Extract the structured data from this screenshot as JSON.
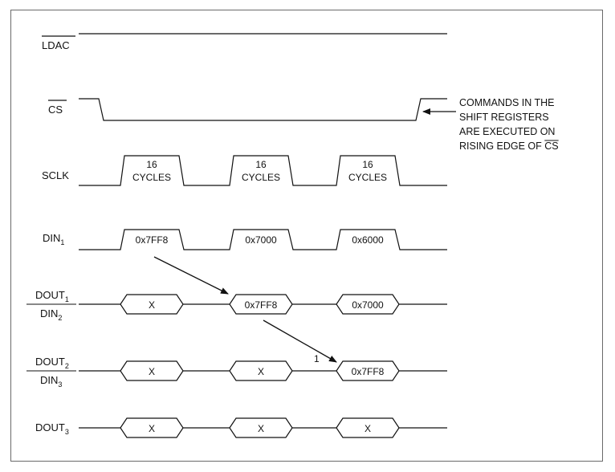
{
  "signals": {
    "ldac": "LDAC",
    "cs": "CS",
    "sclk": "SCLK",
    "din1_main": "DIN",
    "din1_sub": "1",
    "dout1_main": "DOUT",
    "dout1_sub": "1",
    "din2_main": "DIN",
    "din2_sub": "2",
    "dout2_main": "DOUT",
    "dout2_sub": "2",
    "din3_main": "DIN",
    "din3_sub": "3",
    "dout3_main": "DOUT",
    "dout3_sub": "3"
  },
  "sclk_pulses": [
    {
      "line1": "16",
      "line2": "CYCLES"
    },
    {
      "line1": "16",
      "line2": "CYCLES"
    },
    {
      "line1": "16",
      "line2": "CYCLES"
    }
  ],
  "din1_words": [
    "0x7FF8",
    "0x7000",
    "0x6000"
  ],
  "dout1_words": [
    "X",
    "0x7FF8",
    "0x7000"
  ],
  "dout2_words": [
    "X",
    "X",
    "0x7FF8"
  ],
  "dout3_words": [
    "X",
    "X",
    "X"
  ],
  "arrow_label": "1",
  "note": {
    "line1": "COMMANDS IN THE",
    "line2": "SHIFT REGISTERS",
    "line3": "ARE EXECUTED ON",
    "line4_prefix": "RISING EDGE OF ",
    "line4_signal": "CS"
  }
}
